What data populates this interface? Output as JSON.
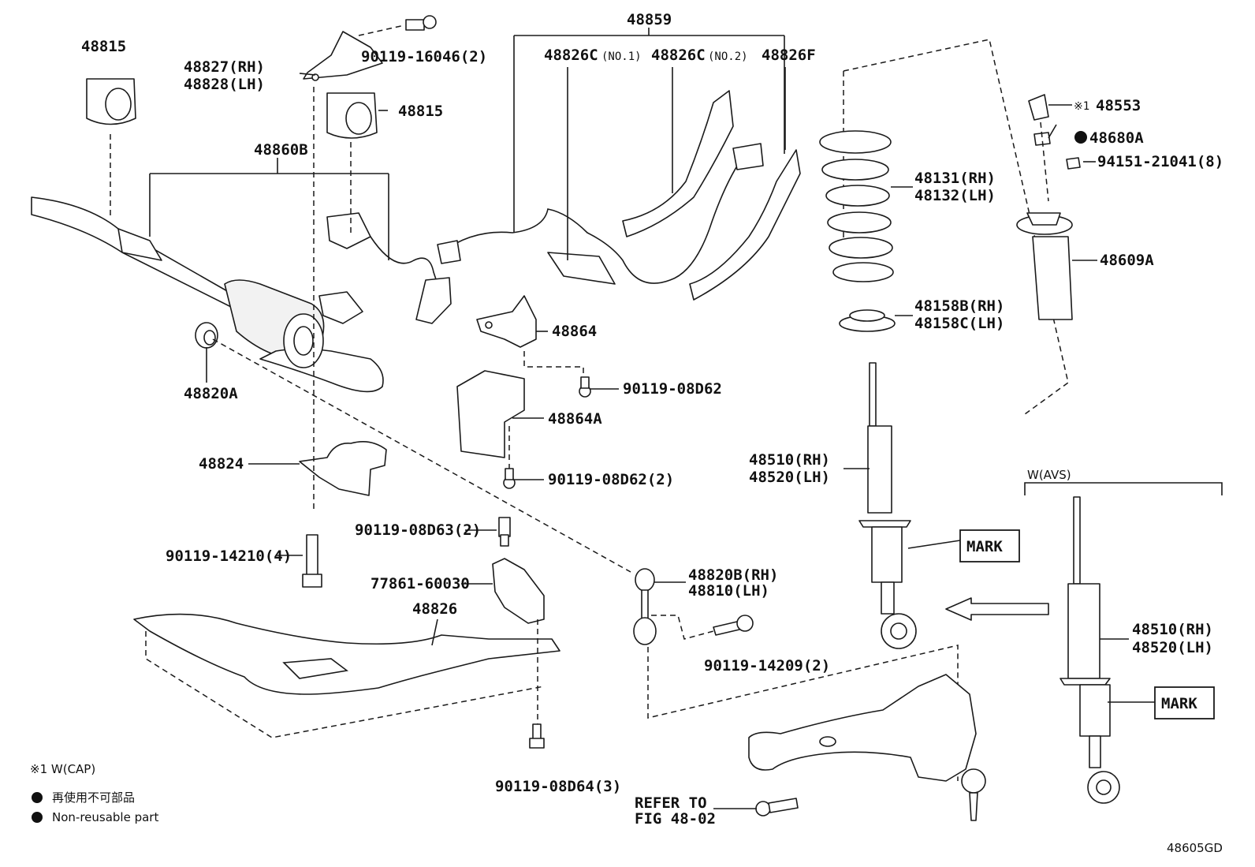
{
  "diagram_id": "48605GD",
  "labels": {
    "p48815_a": "48815",
    "p48815_b": "48815",
    "p48827": "48827(RH)",
    "p48828": "48828(LH)",
    "p90119_16046": "90119-16046(2)",
    "p48859": "48859",
    "p48826C1": "48826C",
    "p48826C1_sub": "(NO.1)",
    "p48826C2": "48826C",
    "p48826C2_sub": "(NO.2)",
    "p48826F": "48826F",
    "p48860B": "48860B",
    "p48820A": "48820A",
    "p48864": "48864",
    "p90119_08D62": "90119-08D62",
    "p48864A": "48864A",
    "p90119_08D62_2": "90119-08D62(2)",
    "p48824": "48824",
    "p90119_14210": "90119-14210(4)",
    "p90119_08D63": "90119-08D63(2)",
    "p77861": "77861-60030",
    "p48826": "48826",
    "p48820B": "48820B(RH)",
    "p48810": "48810(LH)",
    "p90119_14209": "90119-14209(2)",
    "p90119_08D64": "90119-08D64(3)",
    "p48553_mark": "※1",
    "p48553": "48553",
    "p48680A": "48680A",
    "p94151": "94151-21041(8)",
    "p48131": "48131(RH)",
    "p48132": "48132(LH)",
    "p48609A": "48609A",
    "p48158B": "48158B(RH)",
    "p48158C": "48158C(LH)",
    "p48510_a": "48510(RH)",
    "p48520_a": "48520(LH)",
    "mark_a": "MARK",
    "w_avs": "W(AVS)",
    "p48510_b": "48510(RH)",
    "p48520_b": "48520(LH)",
    "mark_b": "MARK",
    "refer_1": "REFER TO",
    "refer_2": "FIG 48-02"
  },
  "legend": {
    "note1": "※1 W(CAP)",
    "jp": "再使用不可部品",
    "en": "Non-reusable part"
  }
}
